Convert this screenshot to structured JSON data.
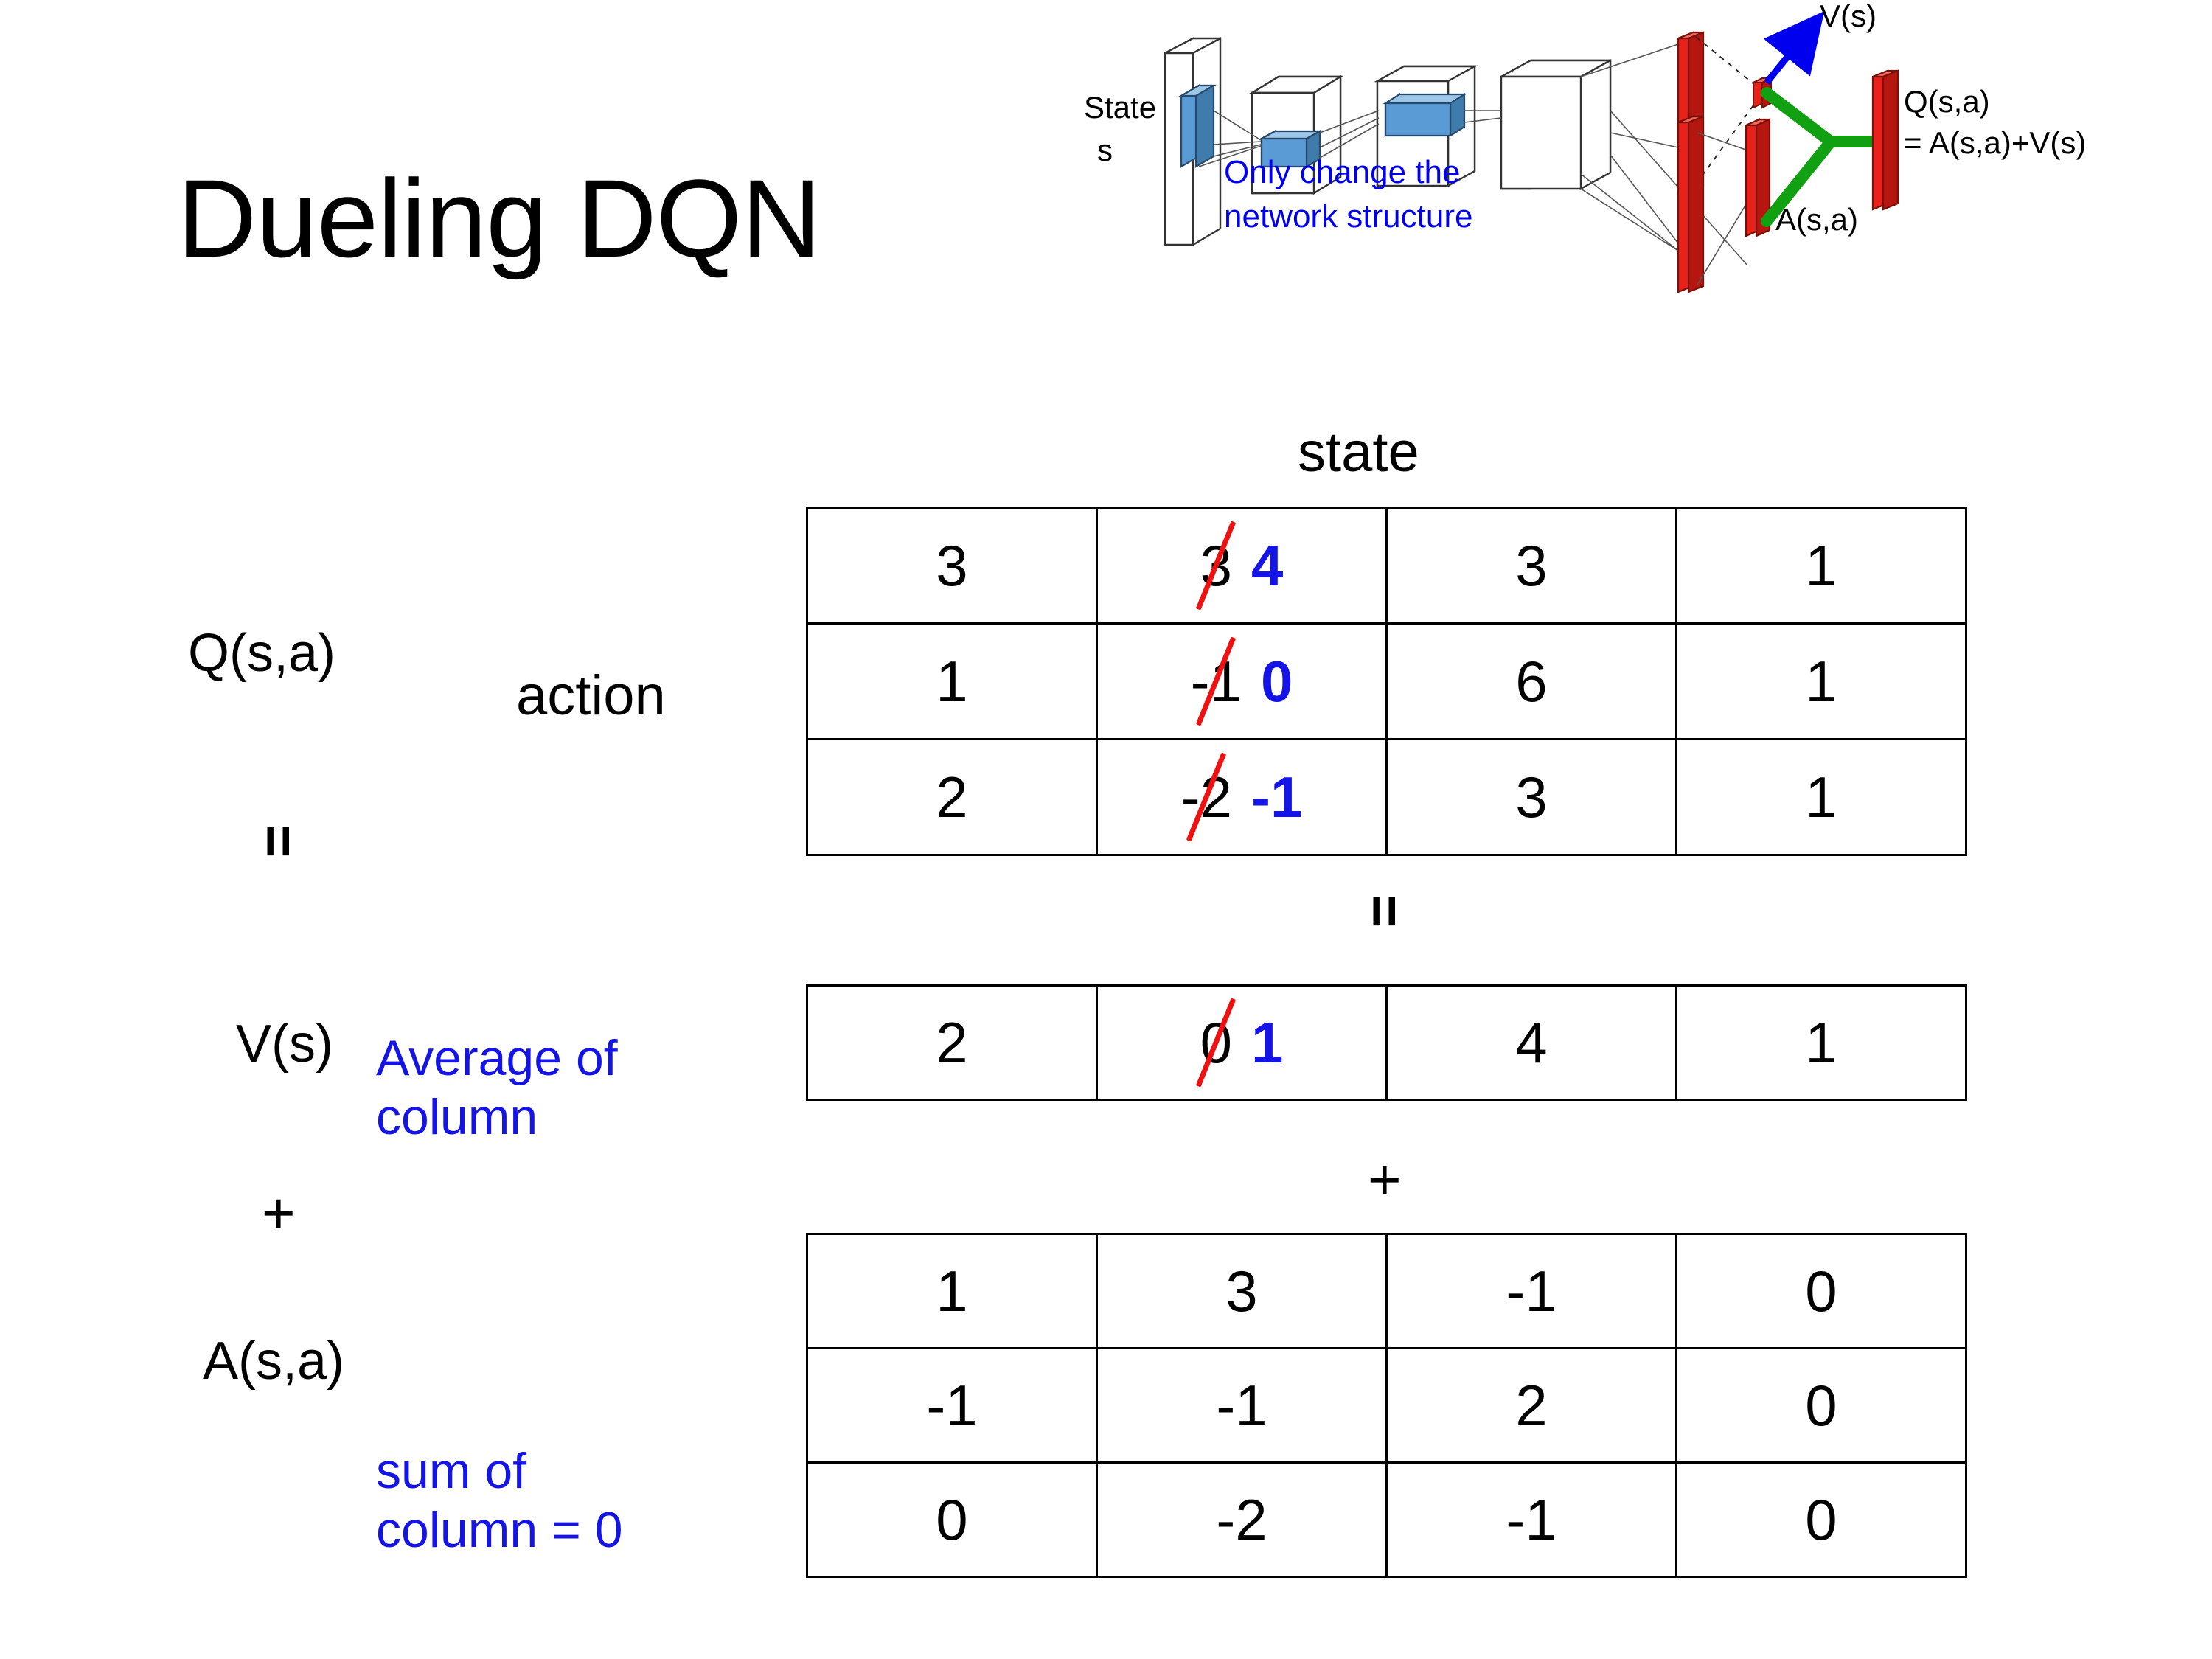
{
  "title": "Dueling DQN",
  "diagram": {
    "state_label_line1": "State",
    "state_label_line2": "s",
    "note": {
      "line1": "Only change the",
      "line2": "network structure"
    },
    "value_label": "V(s)",
    "advantage_label": "A(s,a)",
    "q_label_line1": "Q(s,a)",
    "q_label_line2": "= A(s,a)+V(s)",
    "colors": {
      "note_blue": "#0000ee",
      "arrow_blue": "#0000ee",
      "bar_red": "#e8211a",
      "merge_green": "#11a011",
      "layer_blue": "#5b9bd5"
    }
  },
  "axes": {
    "state": "state",
    "action": "action"
  },
  "operators": {
    "equals_1": "=",
    "equals_2": "=",
    "plus_1": "+",
    "plus_2": "+"
  },
  "labels": {
    "q": "Q(s,a)",
    "v": "V(s)",
    "a": "A(s,a)",
    "avg_note_line1": "Average of",
    "avg_note_line2": "column",
    "sum_note_line1": "sum of",
    "sum_note_line2": "column = 0"
  },
  "colors": {
    "edit_blue": "#1414e6",
    "strike_red": "#ee1111",
    "note_blue": "#1414e6"
  },
  "chart_data": {
    "type": "table",
    "title": "Dueling DQN: Q(s,a) = V(s) + A(s,a)",
    "xlabel": "state",
    "ylabel": "action",
    "tables": [
      {
        "name": "Q(s,a)",
        "rows": 3,
        "cols": 4,
        "values": [
          [
            "3",
            "3",
            "3",
            "1"
          ],
          [
            "1",
            "-1",
            "6",
            "1"
          ],
          [
            "2",
            "-2",
            "3",
            "1"
          ]
        ],
        "edits": [
          {
            "row": 0,
            "col": 1,
            "old": "3",
            "new": "4",
            "struck": true
          },
          {
            "row": 1,
            "col": 1,
            "old": "-1",
            "new": "0",
            "struck": true
          },
          {
            "row": 2,
            "col": 1,
            "old": "-2",
            "new": "-1",
            "struck": true
          }
        ]
      },
      {
        "name": "V(s)",
        "rows": 1,
        "cols": 4,
        "values": [
          [
            "2",
            "0",
            "4",
            "1"
          ]
        ],
        "edits": [
          {
            "row": 0,
            "col": 1,
            "old": "0",
            "new": "1",
            "struck": true
          }
        ]
      },
      {
        "name": "A(s,a)",
        "rows": 3,
        "cols": 4,
        "values": [
          [
            "1",
            "3",
            "-1",
            "0"
          ],
          [
            "-1",
            "-1",
            "2",
            "0"
          ],
          [
            "0",
            "-2",
            "-1",
            "0"
          ]
        ],
        "edits": []
      }
    ]
  }
}
